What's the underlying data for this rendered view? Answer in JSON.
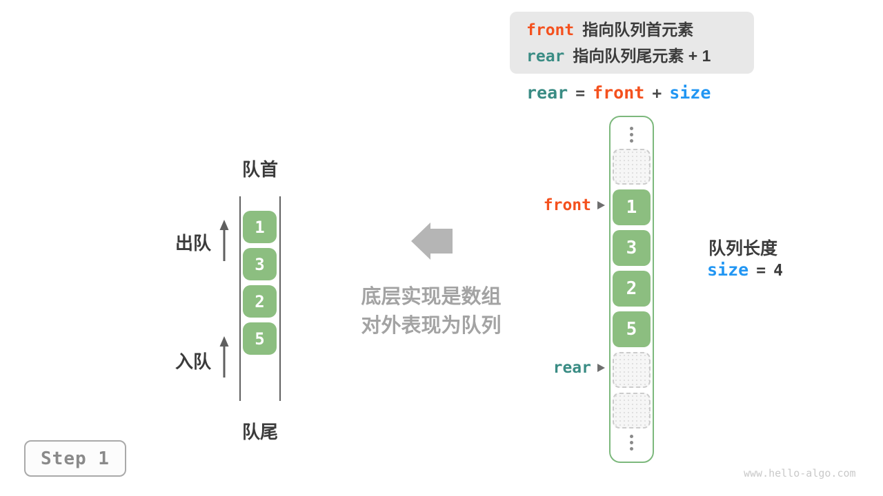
{
  "legend": {
    "line1": {
      "keyword": "front",
      "text": "指向队列首元素"
    },
    "line2": {
      "keyword": "rear",
      "text": "指向队列尾元素 + 1"
    }
  },
  "formula": {
    "lhs": "rear",
    "eq": "=",
    "rhs1": "front",
    "plus": "+",
    "rhs2": "size"
  },
  "queue": {
    "head_label": "队首",
    "tail_label": "队尾",
    "dequeue_label": "出队",
    "enqueue_label": "入队",
    "values": [
      "1",
      "3",
      "2",
      "5"
    ]
  },
  "middle": {
    "line1": "底层实现是数组",
    "line2": "对外表现为队列"
  },
  "array": {
    "front_label": "front",
    "rear_label": "rear",
    "cells": [
      {
        "type": "empty"
      },
      {
        "type": "filled",
        "value": "1"
      },
      {
        "type": "filled",
        "value": "3"
      },
      {
        "type": "filled",
        "value": "2"
      },
      {
        "type": "filled",
        "value": "5"
      },
      {
        "type": "empty"
      },
      {
        "type": "empty"
      }
    ]
  },
  "size_info": {
    "label": "队列长度",
    "keyword": "size",
    "eq": "=",
    "value": "4"
  },
  "step": {
    "label": "Step 1"
  },
  "watermark": "www.hello-algo.com",
  "colors": {
    "front_orange": "#f4511e",
    "rear_teal": "#3a8c84",
    "size_blue": "#2196f3",
    "cell_green": "#8cbe80",
    "panel_border_green": "#7cb87c",
    "legend_bg": "#e8e8e8",
    "annotation_gray": "#a3a3a3"
  }
}
